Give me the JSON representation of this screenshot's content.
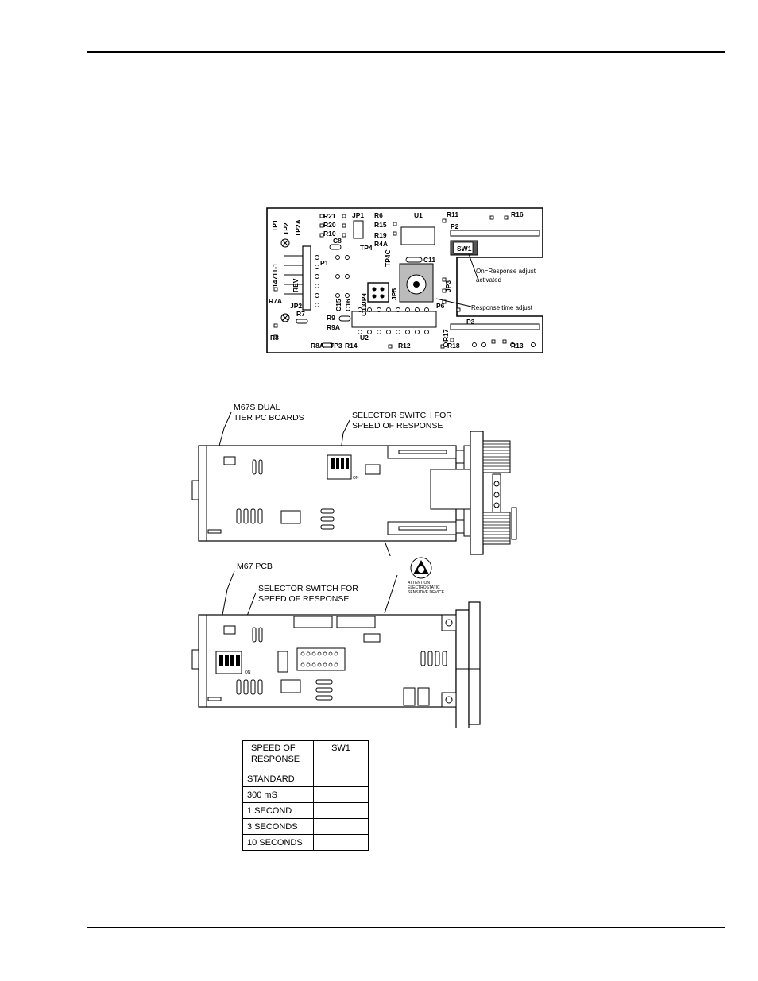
{
  "pcb_top_view": {
    "labels": {
      "tp1": "TP1",
      "tp2": "TP2",
      "tp2a": "TP2A",
      "r21": "R21",
      "r20": "R20",
      "r10": "R10",
      "jp1": "JP1",
      "r6": "R6",
      "r15": "R15",
      "r19": "R19",
      "r4a": "R4A",
      "u1": "U1",
      "r11": "R11",
      "r16": "R16",
      "p2": "P2",
      "sw1": "SW1",
      "tp4": "TP4",
      "c8": "C8",
      "p1": "P1",
      "part_no": "14711-1",
      "rev": "REV",
      "r7a": "R7A",
      "jp2": "JP2",
      "r7": "R7",
      "r9": "R9",
      "r9a": "R9A",
      "r8": "R8",
      "r8a": "R8A",
      "tp3": "TP3",
      "r14": "R14",
      "u2": "U2",
      "r12": "R12",
      "r17": "R17",
      "r18": "R18",
      "r13": "R13",
      "p3": "P3",
      "p6": "P6",
      "c11": "C11",
      "c13": "C13",
      "c15": "C15",
      "c16": "C16",
      "jp3": "JP3",
      "jp4": "JP4",
      "jp5": "JP5",
      "tp4c": "TP4C"
    },
    "callout_sw1": "On=Response adjust activated",
    "callout_sw1_line1": "On=Response adjust",
    "callout_sw1_line2": "activated",
    "callout_response": "Response time adjust"
  },
  "m67s": {
    "label_line1": "M67S DUAL",
    "label_line2": "TIER PC BOARDS",
    "selector_line1": "SELECTOR SWITCH FOR",
    "selector_line2": "SPEED OF RESPONSE",
    "dip_on": "ON"
  },
  "esd": {
    "line1": "ATTENTION",
    "line2": "ELECTROSTATIC",
    "line3": "SENSITIVE DEVICE"
  },
  "m67": {
    "label": "M67 PCB",
    "selector_line1": "SELECTOR SWITCH FOR",
    "selector_line2": "SPEED OF RESPONSE",
    "dip_on": "ON"
  },
  "speed_table": {
    "header_col1_line1": "SPEED OF",
    "header_col1_line2": "RESPONSE",
    "header_col2": "SW1",
    "rows": [
      {
        "speed": "STANDARD",
        "sw1": ""
      },
      {
        "speed": "300 mS",
        "sw1": ""
      },
      {
        "speed": "1 SECOND",
        "sw1": ""
      },
      {
        "speed": "3 SECONDS",
        "sw1": ""
      },
      {
        "speed": "10 SECONDS",
        "sw1": ""
      }
    ]
  }
}
